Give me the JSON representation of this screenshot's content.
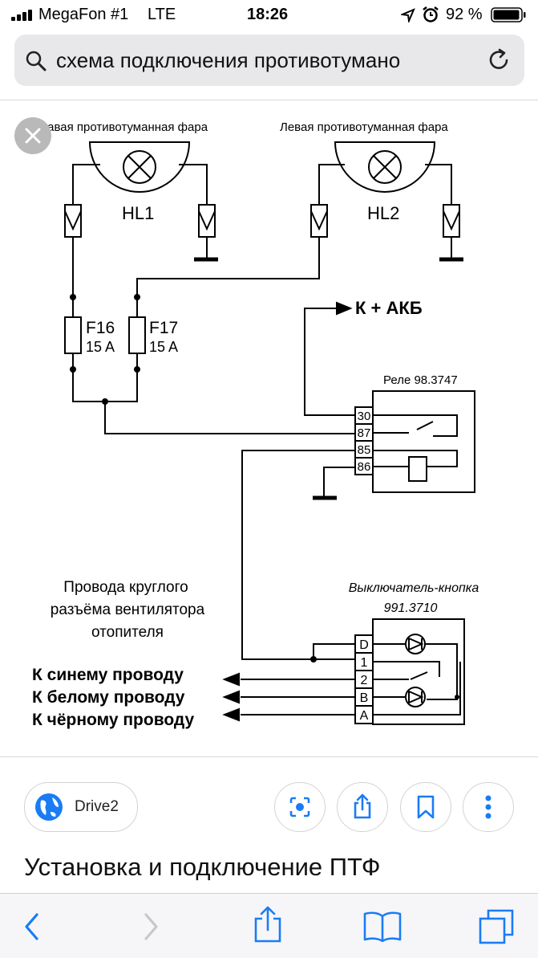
{
  "status_bar": {
    "carrier": "MegaFon #1",
    "network": "LTE",
    "time": "18:26",
    "battery": "92 %"
  },
  "search": {
    "query": "схема подключения противотумано",
    "icon": "search-icon",
    "reload_icon": "reload-icon"
  },
  "diagram": {
    "lamp_right_label": "Правая противотуманная фара",
    "lamp_left_label": "Левая противотуманная фара",
    "hl1": "HL1",
    "hl2": "HL2",
    "fuse_f16": "F16",
    "fuse_f16_rating": "15 A",
    "fuse_f17": "F17",
    "fuse_f17_rating": "15 A",
    "battery_label": "К + АКБ",
    "relay_label": "Реле 98.3747",
    "relay_pins": [
      "30",
      "87",
      "85",
      "86"
    ],
    "wires_title": [
      "Провода круглого",
      "разъёма вентилятора",
      "отопителя"
    ],
    "switch_label": "Выключатель-кнопка",
    "switch_model": "991.3710",
    "switch_pins": [
      "D",
      "1",
      "2",
      "B",
      "A"
    ],
    "wire_blue": "К синему проводу",
    "wire_white": "К белому проводу",
    "wire_black": "К чёрному проводу"
  },
  "source": {
    "name": "Drive2",
    "icon": "globe-icon"
  },
  "actions": [
    "lens-icon",
    "share-icon",
    "bookmark-icon",
    "more-icon"
  ],
  "caption": "Установка и подключение ПТФ",
  "toolbar": [
    "back-icon",
    "forward-icon",
    "share-icon",
    "bookmarks-icon",
    "tabs-icon"
  ],
  "colors": {
    "accent": "#1a7cf5",
    "search_bg": "#e8e8ea",
    "toolbar_bg": "#f6f6f8"
  }
}
